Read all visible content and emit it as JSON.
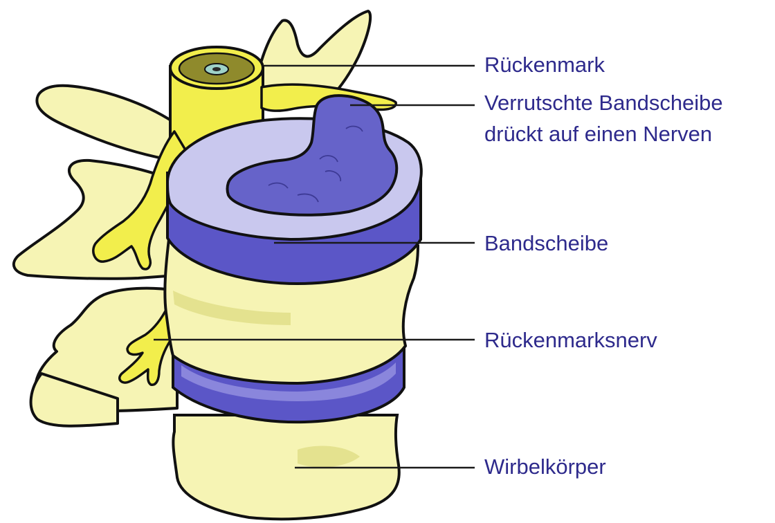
{
  "labels": {
    "spinal_cord": "Rückenmark",
    "herniated_disc_line1": "Verrutschte Bandscheibe",
    "herniated_disc_line2": "drückt auf einen Nerven",
    "disc": "Bandscheibe",
    "spinal_nerve": "Rückenmarksnerv",
    "vertebral_body": "Wirbelkörper"
  },
  "colors": {
    "label_text": "#2e2a8c",
    "bone": "#f6f4b4",
    "bone_shadow": "#e4e28f",
    "nerve": "#f2ee4c",
    "disc_rim": "#5b56c7",
    "disc_top": "#c9c8ee",
    "nucleus": "#6663c9",
    "outline": "#111111"
  }
}
